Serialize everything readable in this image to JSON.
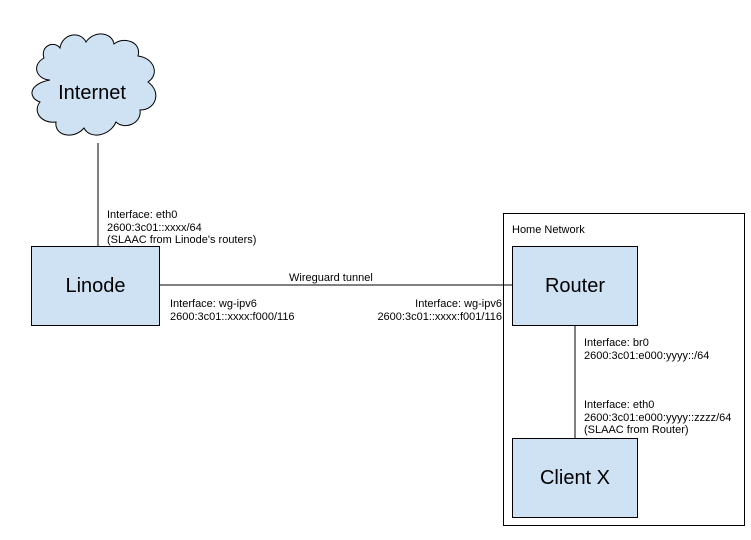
{
  "colors": {
    "node_fill": "#cfe2f3",
    "stroke": "#000000"
  },
  "cloud": {
    "label": "Internet"
  },
  "nodes": {
    "linode": "Linode",
    "router": "Router",
    "client": "Client X"
  },
  "home_network": {
    "label": "Home Network"
  },
  "tunnel": {
    "label": "Wireguard tunnel"
  },
  "labels": {
    "linode_eth0": [
      "Interface: eth0",
      "2600:3c01::xxxx/64",
      "(SLAAC from Linode's routers)"
    ],
    "linode_wg": [
      "Interface: wg-ipv6",
      "2600:3c01::xxxx:f000/116"
    ],
    "router_wg": [
      "Interface: wg-ipv6",
      "2600:3c01::xxxx:f001/116"
    ],
    "router_br0": [
      "Interface: br0",
      "2600:3c01:e000:yyyy::/64"
    ],
    "client_eth0": [
      "Interface: eth0",
      "2600:3c01:e000:yyyy::zzzz/64",
      "(SLAAC from Router)"
    ]
  }
}
